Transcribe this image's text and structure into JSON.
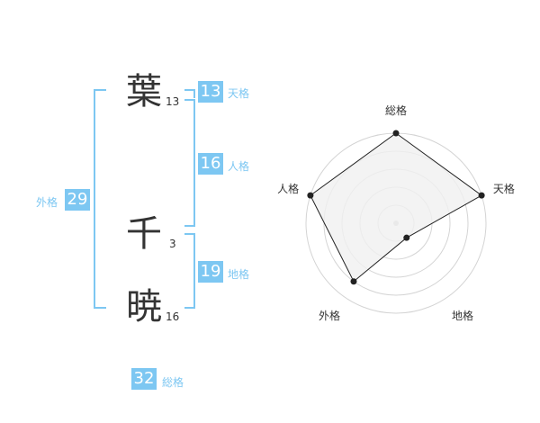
{
  "colors": {
    "accent": "#7dc7f2",
    "text": "#333333",
    "ring": "#d4d4d4",
    "fill": "#f0f0f0"
  },
  "name": {
    "chars": [
      {
        "char": "葉",
        "strokes": "13"
      },
      {
        "char": "千",
        "strokes": "3"
      },
      {
        "char": "暁",
        "strokes": "16"
      }
    ]
  },
  "fortune": {
    "tenkaku": {
      "value": "13",
      "label": "天格"
    },
    "jinkaku": {
      "value": "16",
      "label": "人格"
    },
    "chikaku": {
      "value": "19",
      "label": "地格"
    },
    "gaikaku": {
      "value": "29",
      "label": "外格"
    },
    "soukaku": {
      "value": "32",
      "label": "総格"
    }
  },
  "chart_data": {
    "type": "radar",
    "axes": [
      "総格",
      "天格",
      "地格",
      "外格",
      "人格"
    ],
    "values": [
      5,
      5,
      1,
      4,
      5
    ],
    "max": 5,
    "rings": 5
  }
}
